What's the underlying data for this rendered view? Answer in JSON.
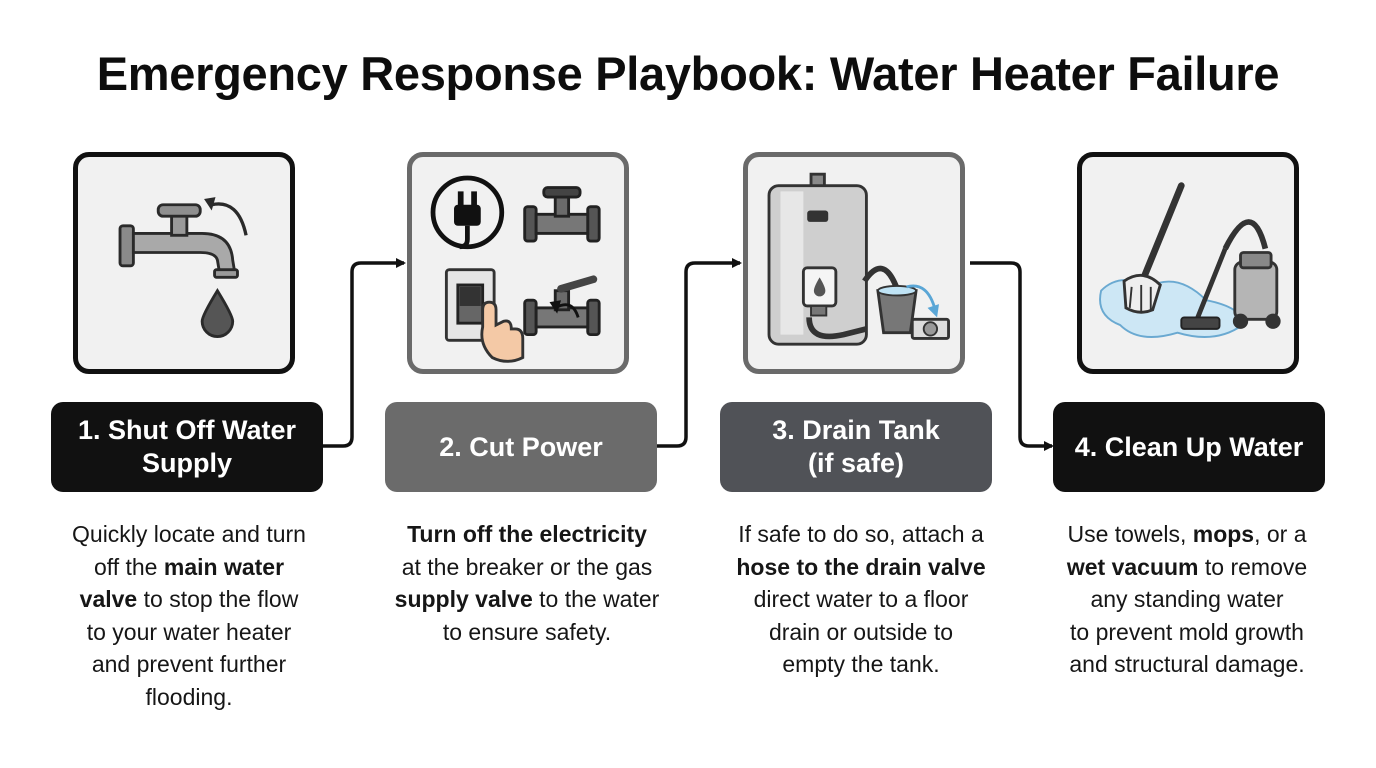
{
  "title": "Emergency Response Playbook: Water Heater Failure",
  "colors": {
    "step1": "#111111",
    "step2": "#6b6b6b",
    "step3": "#505257",
    "step4": "#111111"
  },
  "steps": [
    {
      "label": "1. Shut Off Water Supply",
      "label_lines": [
        "1. Shut Off Water",
        "Supply"
      ],
      "icon": "faucet-shutoff-icon",
      "desc": [
        {
          "t": "Quickly locate and turn"
        },
        {
          "t": "off the "
        },
        {
          "b": "main water"
        },
        {
          "b": "valve"
        },
        {
          "t": " to stop the flow"
        },
        {
          "t": "to your water heater"
        },
        {
          "t": "and prevent further"
        },
        {
          "t": "flooding."
        }
      ],
      "desc_lines": [
        [
          {
            "t": "Quickly locate and turn"
          }
        ],
        [
          {
            "t": "off the "
          },
          {
            "b": "main water"
          }
        ],
        [
          {
            "b": "valve"
          },
          {
            "t": " to stop the flow"
          }
        ],
        [
          {
            "t": "to your water heater"
          }
        ],
        [
          {
            "t": "and prevent further"
          }
        ],
        [
          {
            "t": "flooding."
          }
        ]
      ]
    },
    {
      "label": "2. Cut Power",
      "label_lines": [
        "2. Cut Power"
      ],
      "icon": "power-cutoff-icon",
      "desc_lines": [
        [
          {
            "b": "Turn off the electricity"
          }
        ],
        [
          {
            "t": "at the breaker or the gas"
          }
        ],
        [
          {
            "b": "supply valve"
          },
          {
            "t": " to the water"
          }
        ],
        [
          {
            "t": "to ensure safety."
          }
        ]
      ]
    },
    {
      "label": "3. Drain Tank (if safe)",
      "label_lines": [
        "3. Drain Tank",
        "(if safe)"
      ],
      "icon": "drain-tank-icon",
      "desc_lines": [
        [
          {
            "t": "If safe to do so, attach a"
          }
        ],
        [
          {
            "b": "hose to the drain valve"
          }
        ],
        [
          {
            "t": "direct water to a floor"
          }
        ],
        [
          {
            "t": "drain or outside to"
          }
        ],
        [
          {
            "t": "empty the tank."
          }
        ]
      ]
    },
    {
      "label": "4. Clean Up Water",
      "label_lines": [
        "4. Clean Up Water"
      ],
      "icon": "mop-vacuum-icon",
      "desc_lines": [
        [
          {
            "t": "Use towels, "
          },
          {
            "b": "mops"
          },
          {
            "t": ", or a"
          }
        ],
        [
          {
            "b": "wet vacuum"
          },
          {
            "t": " to remove"
          }
        ],
        [
          {
            "t": "any standing water"
          }
        ],
        [
          {
            "t": "to prevent mold growth"
          }
        ],
        [
          {
            "t": "and structural damage."
          }
        ]
      ]
    }
  ]
}
